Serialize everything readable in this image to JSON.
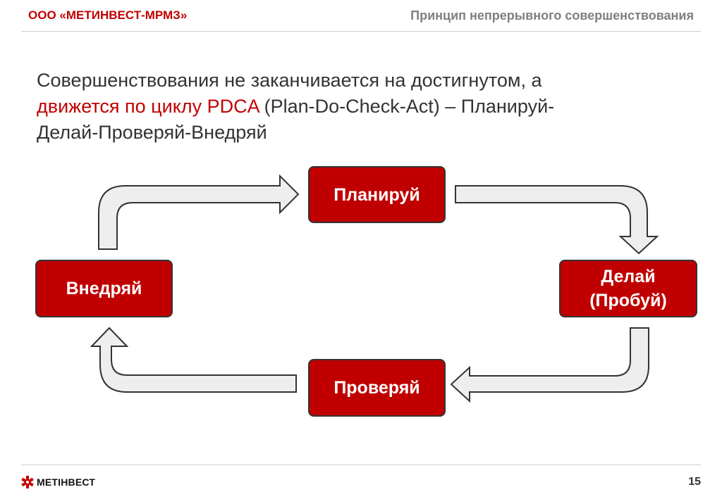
{
  "header": {
    "company": "ООО «МЕТИНВЕСТ-МРМЗ»",
    "slide_title": "Принцип непрерывного совершенствования"
  },
  "lead": {
    "part1": "Совершенствования не заканчивается на достигнутом, а",
    "highlight": "движется по циклу PDCA",
    "part2": " (Plan-Do-Check-Act) – Планируй-",
    "part3": "Делай-Проверяй-Внедряй"
  },
  "cycle": {
    "plan": "Планируй",
    "do_line1": "Делай",
    "do_line2": "(Пробуй)",
    "check": "Проверяй",
    "act": "Внедряй"
  },
  "colors": {
    "accent": "#c00000",
    "arrow_fill": "#eeeeee",
    "arrow_stroke": "#333333"
  },
  "footer": {
    "logo_text": "МЕТІНВЕСТ",
    "page_number": "15"
  }
}
